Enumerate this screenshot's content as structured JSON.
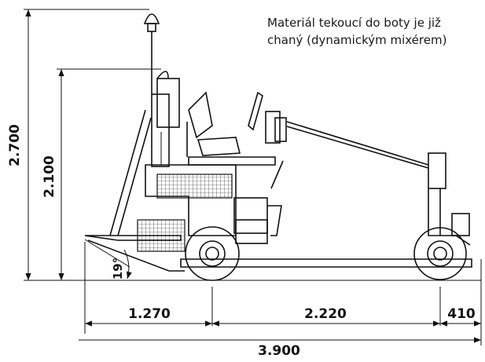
{
  "caption": {
    "line1": "Materiál tekoucí do boty je již",
    "line2": "chaný (dynamickým mixérem)"
  },
  "dimensions": {
    "total_height": "2.700",
    "seat_height": "2.100",
    "ramp_angle": "19°",
    "front_overhang": "1.270",
    "wheelbase": "2.220",
    "rear_overhang": "410",
    "total_length": "3.900"
  }
}
